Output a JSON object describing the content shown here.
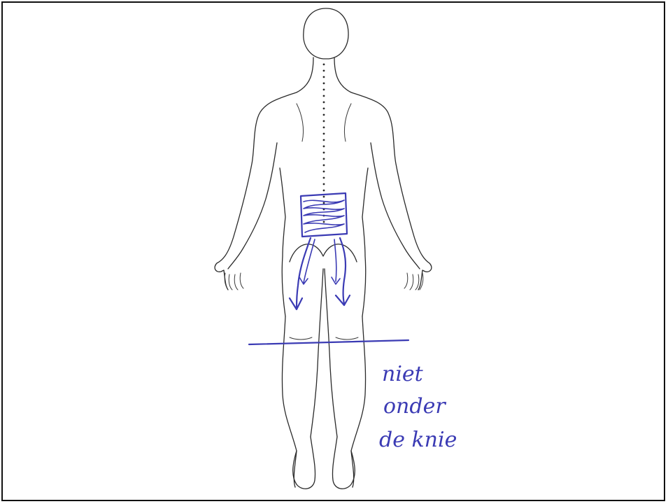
{
  "annotation": {
    "handwritten_lines": [
      "niet",
      "onder",
      "de knie"
    ]
  },
  "colors": {
    "pen_ink": "#3b3bb4",
    "drawing_ink": "#2a2a2a",
    "frame": "#111111"
  }
}
